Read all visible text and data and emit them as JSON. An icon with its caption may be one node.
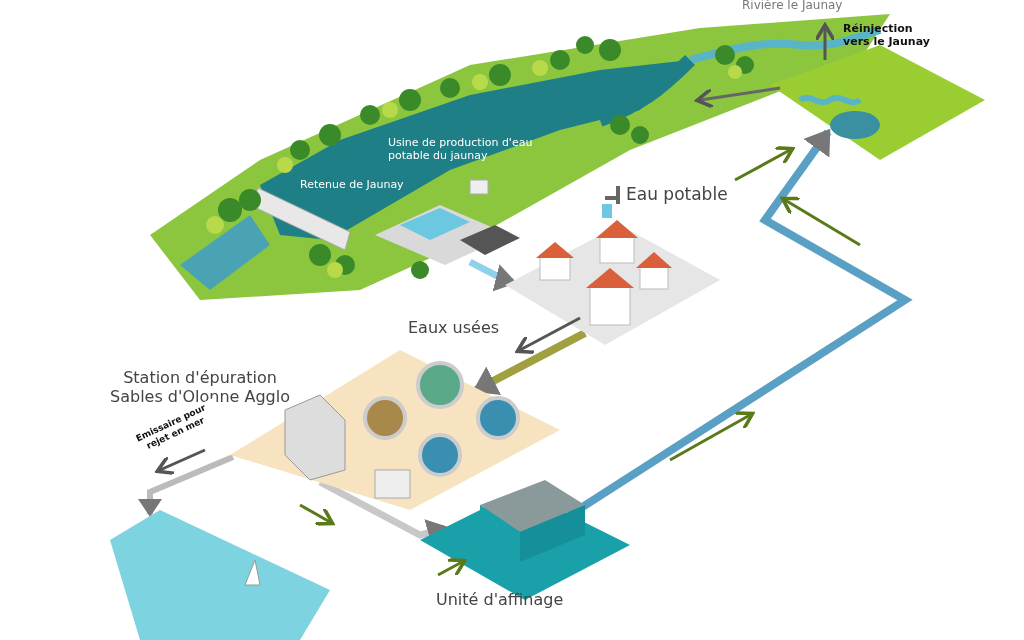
{
  "diagram": {
    "nodes": [
      {
        "text": [
          "Usine de production d'eau potable du jaunay"
        ]
      },
      {
        "text": [],
        "shape": "picture"
      },
      {
        "text": [
          "Station d'épuration Sables d'Olonne Agglo"
        ]
      },
      {
        "text": [],
        "shape": "picture"
      },
      {
        "text": [
          "Unité d'affinage"
        ]
      },
      {
        "text": [],
        "shape": "picture"
      }
    ],
    "edges": [
      {
        "from": 0,
        "to": 1,
        "arrow": "to"
      },
      {
        "from": 1,
        "to": 2,
        "arrow": "to",
        "label": "Eaux usées",
        "color": "#a0a040"
      },
      {
        "from": 2,
        "to": 4,
        "arrow": "to"
      },
      {
        "from": 2,
        "to": 3,
        "arrow": "to",
        "label": "Emissaire pour rejet en mer"
      },
      {
        "from": 4,
        "to": 5,
        "arrow": "to"
      }
    ],
    "labels": [
      "Rivière le Jaunay",
      "Réinjection vers le Jaunay",
      "Retenue de Jaunay",
      "Eau potable"
    ]
  }
}
